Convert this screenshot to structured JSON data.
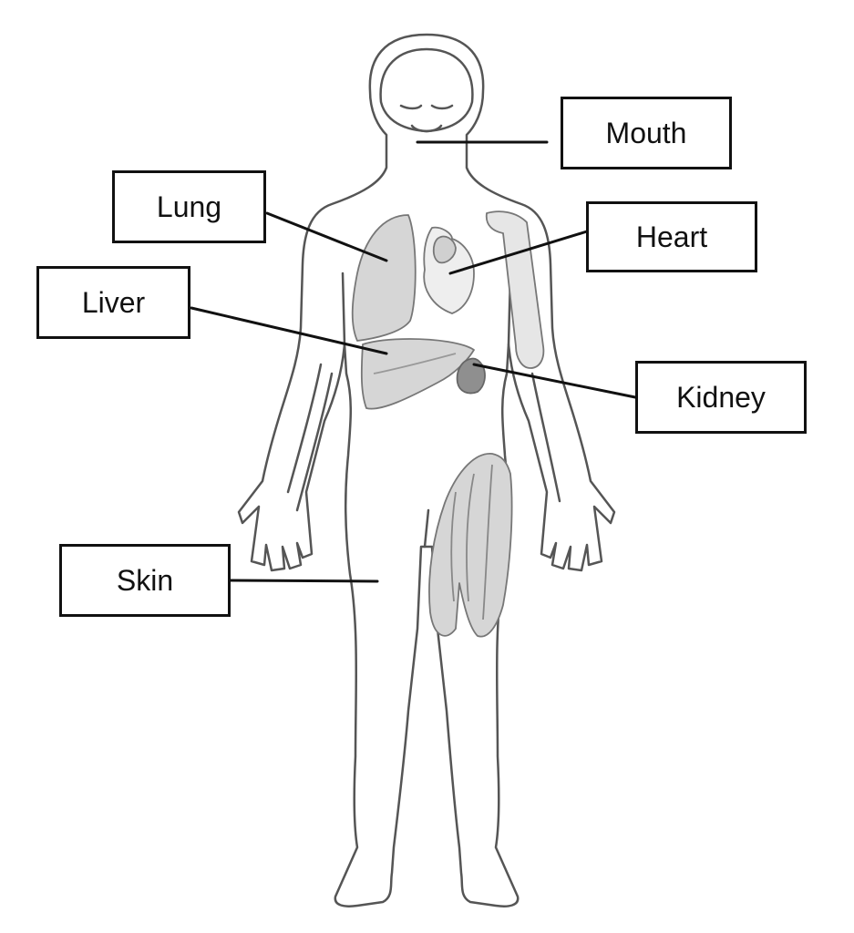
{
  "diagram": {
    "labels": {
      "mouth": "Mouth",
      "lung": "Lung",
      "heart": "Heart",
      "liver": "Liver",
      "kidney": "Kidney",
      "skin": "Skin"
    },
    "colors": {
      "outline": "#555555",
      "organ_fill": "#d6d6d6",
      "organ_light": "#e6e6e6",
      "kidney_fill": "#8f8f8f",
      "leader_line": "#111111"
    }
  }
}
